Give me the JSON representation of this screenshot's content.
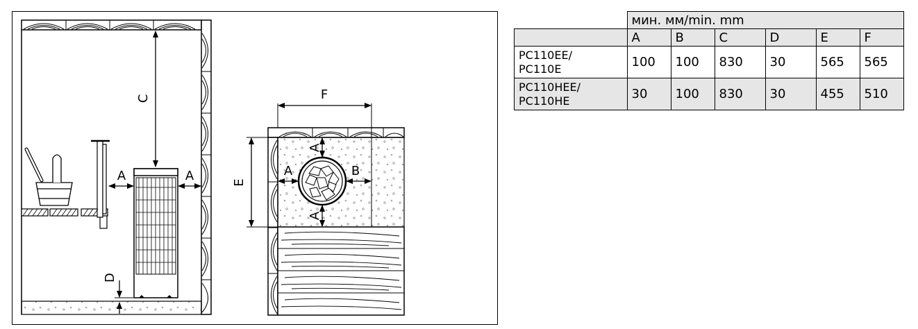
{
  "diagram": {
    "labels": {
      "c": "C",
      "a_left": "A",
      "a_right": "A",
      "d": "D",
      "f": "F",
      "e": "E",
      "a_top": "A",
      "a_side": "A",
      "b": "B",
      "a_bottom": "A"
    }
  },
  "table": {
    "unit_header": "мин. мм/min. mm",
    "columns": [
      "A",
      "B",
      "C",
      "D",
      "E",
      "F"
    ],
    "rows": [
      {
        "model_1": "PC110EE/",
        "model_2": "PC110E",
        "values": [
          "100",
          "100",
          "830",
          "30",
          "565",
          "565"
        ]
      },
      {
        "model_1": "PC110HEE/",
        "model_2": "PC110HE",
        "values": [
          "30",
          "100",
          "830",
          "30",
          "455",
          "510"
        ]
      }
    ]
  }
}
